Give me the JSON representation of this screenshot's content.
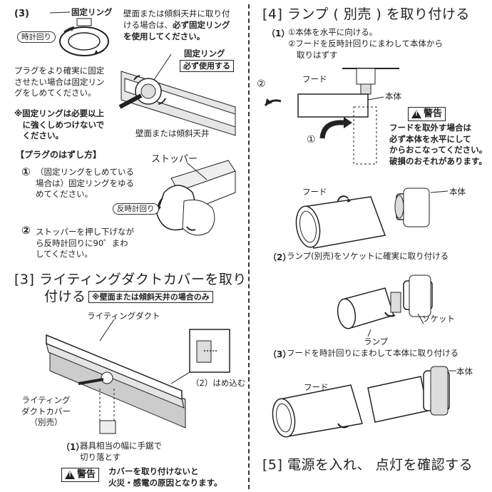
{
  "left": {
    "step3": {
      "num": "(3)",
      "ring_label": "固定リング",
      "clockwise_label": "時計回り",
      "wall_note_1": "壁面または傾斜天井に取り付",
      "wall_note_2": "ける場合は、",
      "wall_note_2b": "必ず固定リング",
      "wall_note_3": "を使用してください。",
      "ring_label2": "固定リング",
      "must_use": "必ず使用する",
      "plug_note": [
        "プラグをより確実に固定",
        "させたい場合は固定リン",
        "グをしめてください。"
      ],
      "warn_note": [
        "※固定リングは必要以上",
        "　に強くしめつけないで",
        "　ください。"
      ],
      "wall_caption": "壁面または傾斜天井"
    },
    "plug_removal": {
      "title": "【プラグのはずし方】",
      "step1_num": "①",
      "step1": [
        "（固定リングをしめている",
        "場合は）固定リングをゆる",
        "めてください。"
      ],
      "stopper_label": "ストッパー",
      "ccw_label": "反時計回り",
      "step2_num": "②",
      "step2": [
        "ストッパーを押し下げなが",
        "ら反時計回りに90゜まわ",
        "してください。"
      ]
    },
    "section3": {
      "title_1": "[3] ライティングダクトカバーを取り",
      "title_2": "付ける",
      "note": "※壁面または傾斜天井の場合のみ",
      "duct_label": "ライティングダクト",
      "fit_label": "（2）はめ込む",
      "cover_label": [
        "ライティング",
        "ダクトカバー",
        "（別売）"
      ],
      "cut_num": "（1）",
      "cut_text": [
        "器具相当の幅に手鋸で",
        "切り落とす"
      ],
      "warn_badge": "警告",
      "warn_text": [
        "カバーを取り付けないと",
        "火災・感電の原因となります。"
      ]
    }
  },
  "right": {
    "section4": {
      "title": "[4] ランプ ( 別売 ) を取り付ける",
      "s1_num": "（1）",
      "s1_text": [
        "①本体を水平に向ける。",
        "②フードを反時計回りにまわして本体から",
        "取りはずす"
      ],
      "hood_label": "フード",
      "body_label": "本体",
      "c2": "②",
      "c1": "①",
      "warn_badge": "警告",
      "warn_text": [
        "フードを取外す場合は",
        "必ず本体を水平にして",
        "からおこなってください。",
        "破損のおそれがあります。"
      ],
      "hood_label2": "フード",
      "body_label2": "本体",
      "s2_num": "（2）",
      "s2_text": "ランプ(別売)をソケットに確実に取り付ける",
      "socket_label": "ソケット",
      "lamp_label": "ランプ",
      "s3_num": "（3）",
      "s3_text": "フードを時計回りにまわして本体に取り付ける",
      "body_label3": "本体",
      "hood_label3": "フード"
    },
    "section5": {
      "title": "[5] 電源を入れ、 点灯を確認する"
    }
  }
}
